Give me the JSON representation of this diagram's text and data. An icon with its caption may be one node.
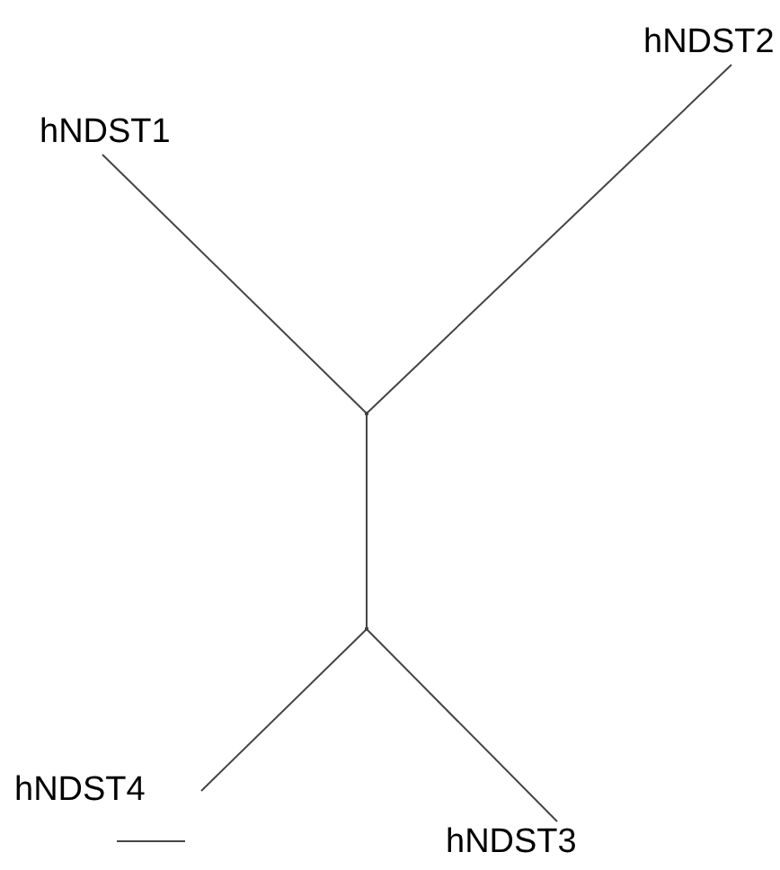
{
  "diagram": {
    "nodes": [
      {
        "text": [
          "hNDST1"
        ]
      },
      {
        "text": [
          "hNDST2"
        ]
      },
      {
        "text": [],
        "shape": "point"
      },
      {
        "text": [],
        "shape": "point"
      },
      {
        "text": [
          "hNDST4"
        ]
      },
      {
        "text": [
          "hNDST3"
        ]
      }
    ],
    "edges": [
      {
        "from": 0,
        "to": 2,
        "arrow": "none"
      },
      {
        "from": 1,
        "to": 2,
        "arrow": "none"
      },
      {
        "from": 2,
        "to": 3,
        "arrow": "none"
      },
      {
        "from": 4,
        "to": 3,
        "arrow": "none"
      },
      {
        "from": 5,
        "to": 3,
        "arrow": "none"
      }
    ]
  }
}
